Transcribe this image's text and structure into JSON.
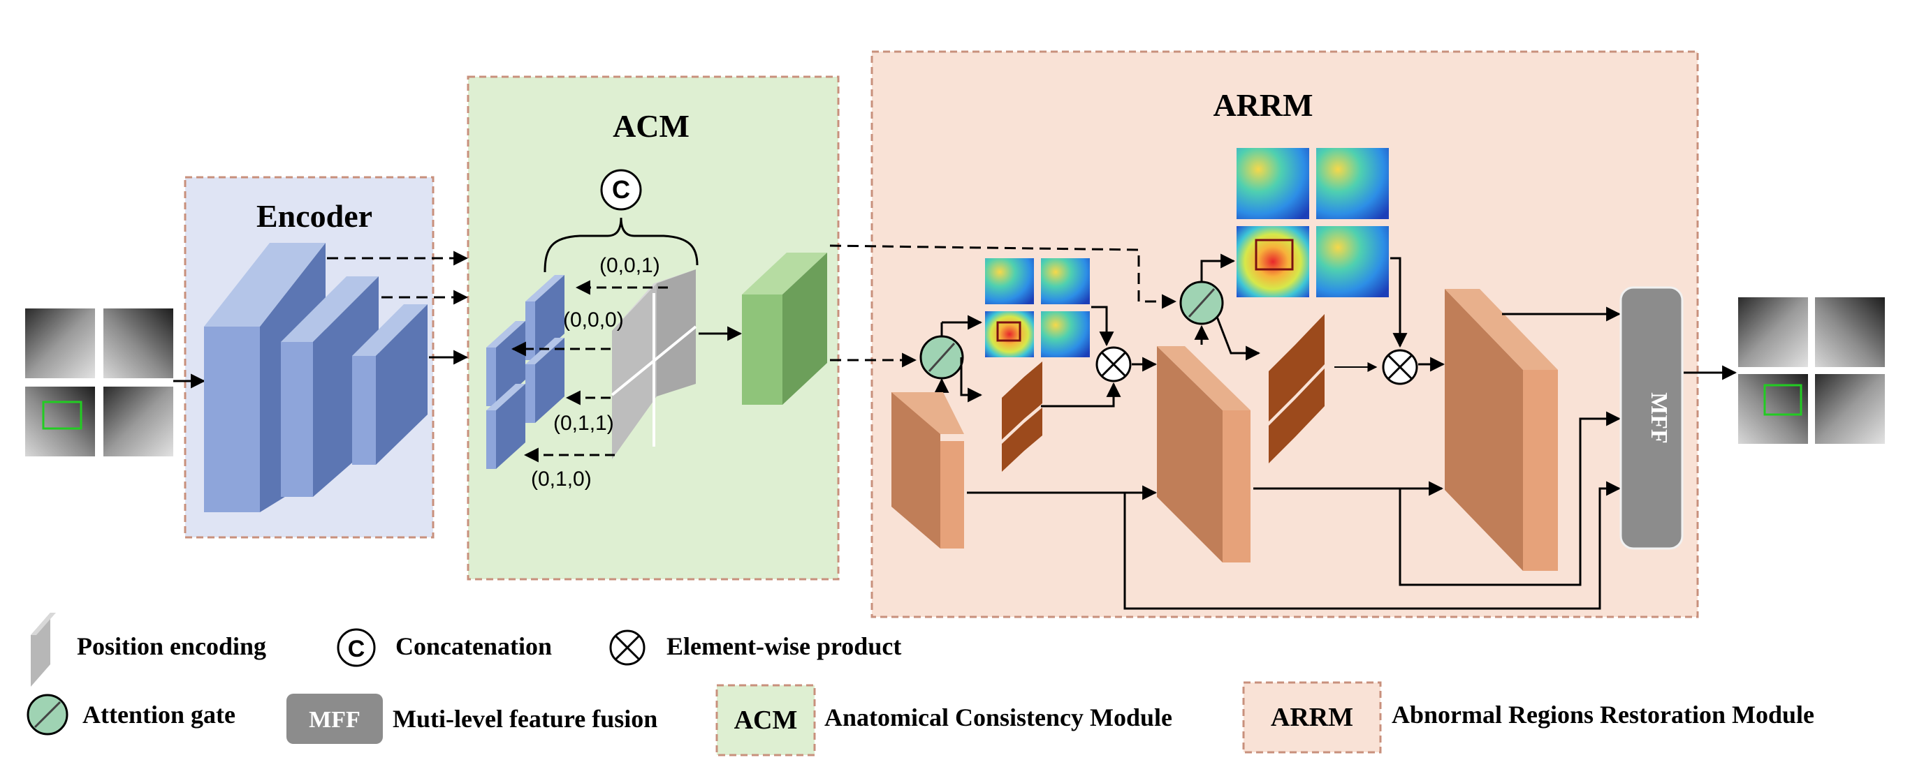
{
  "modules": {
    "encoder": "Encoder",
    "acm": "ACM",
    "arrm": "ARRM",
    "mff": "MFF"
  },
  "acm_coords": {
    "c001": "(0,0,1)",
    "c000": "(0,0,0)",
    "c011": "(0,1,1)",
    "c010": "(0,1,0)"
  },
  "concat_symbol": "C",
  "legend": {
    "position_encoding": "Position encoding",
    "concatenation": "Concatenation",
    "element_wise_product": "Element-wise product",
    "attention_gate": "Attention gate",
    "mff_badge": "MFF",
    "mff_desc": "Muti-level feature fusion",
    "acm_badge": "ACM",
    "acm_desc": "Anatomical Consistency Module",
    "arrm_badge": "ARRM",
    "arrm_desc": "Abnormal Regions Restoration Module"
  },
  "colors": {
    "encoder_bg": "#dfe4f4",
    "acm_bg": "#deefd2",
    "arrm_bg": "#f9e2d6",
    "dashed_border": "#c8907c",
    "encoder_block": "#8099d0",
    "acm_block": "#7b93cc",
    "feature_green": "#8fc47a",
    "arrm_block": "#c07e58",
    "attention_gate": "#9fd3b3",
    "mff_gray": "#8c8c8c"
  }
}
